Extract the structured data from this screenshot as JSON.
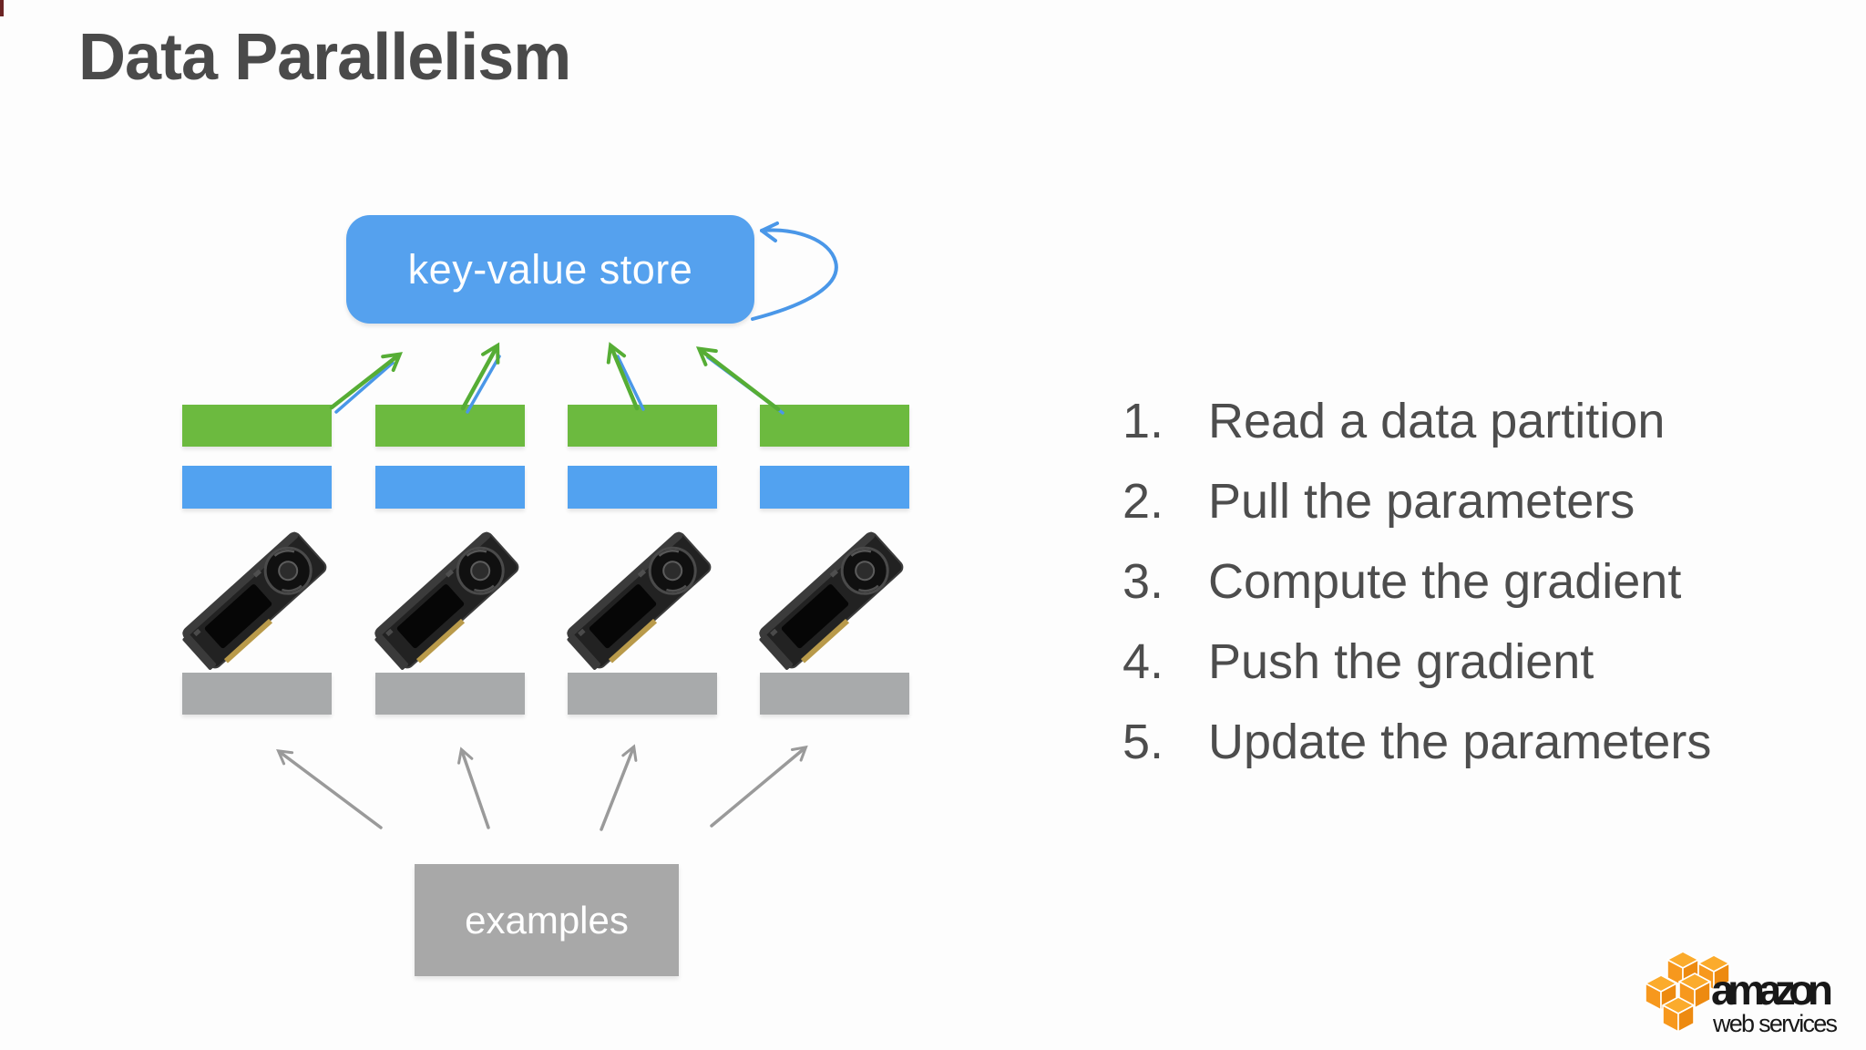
{
  "slide": {
    "title": "Data Parallelism"
  },
  "diagram": {
    "key_value_store_label": "key-value store",
    "examples_label": "examples",
    "worker_count": 4,
    "colors": {
      "key_value_box_blue": "#55a1ee",
      "gradient_bar_green": "#6cba3f",
      "parameter_bar_blue": "#52a2f0",
      "data_bar_gray": "#a8aaab",
      "examples_box_gray": "#a8a8a8",
      "push_arrow_green": "#56ad35",
      "pull_arrow_blue": "#4a97e8",
      "data_arrow_gray": "#9a9a9a"
    },
    "icons": {
      "gpu": "gpu-card-icon",
      "self_loop": "self-loop-arrow-icon"
    }
  },
  "steps": [
    {
      "number": "1.",
      "text": "Read a data partition"
    },
    {
      "number": "2.",
      "text": "Pull the parameters"
    },
    {
      "number": "3.",
      "text": "Compute the gradient"
    },
    {
      "number": "4.",
      "text": "Push the gradient"
    },
    {
      "number": "5.",
      "text": "Update the parameters"
    }
  ],
  "logo": {
    "brand": "amazon",
    "subtitle": "web services",
    "orange": "#f7981d"
  }
}
